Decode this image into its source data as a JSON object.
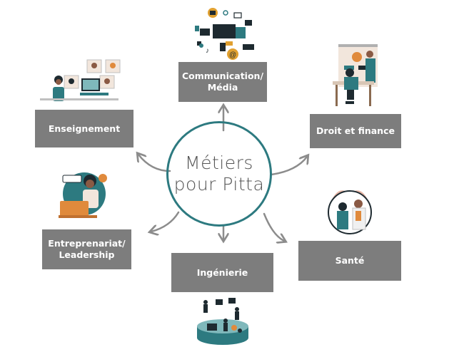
{
  "center": {
    "title": "Métiers\npour Pitta",
    "ring_color": "#2d7a80"
  },
  "categories": [
    {
      "label": "Communication/\nMédia",
      "icon": "media-devices-icon"
    },
    {
      "label": "Droit et finance",
      "icon": "office-desk-icon"
    },
    {
      "label": "Santé",
      "icon": "doctor-patient-icon"
    },
    {
      "label": "Ingénierie",
      "icon": "engineering-team-icon"
    },
    {
      "label": "Entreprenariat/\nLeadership",
      "icon": "laptop-worker-icon"
    },
    {
      "label": "Enseignement",
      "icon": "video-call-teacher-icon"
    }
  ],
  "colors": {
    "box": "#7d7d7d",
    "arrow": "#8c8c8c",
    "accent": "#2d7a80",
    "accent_orange": "#e08a3c"
  }
}
